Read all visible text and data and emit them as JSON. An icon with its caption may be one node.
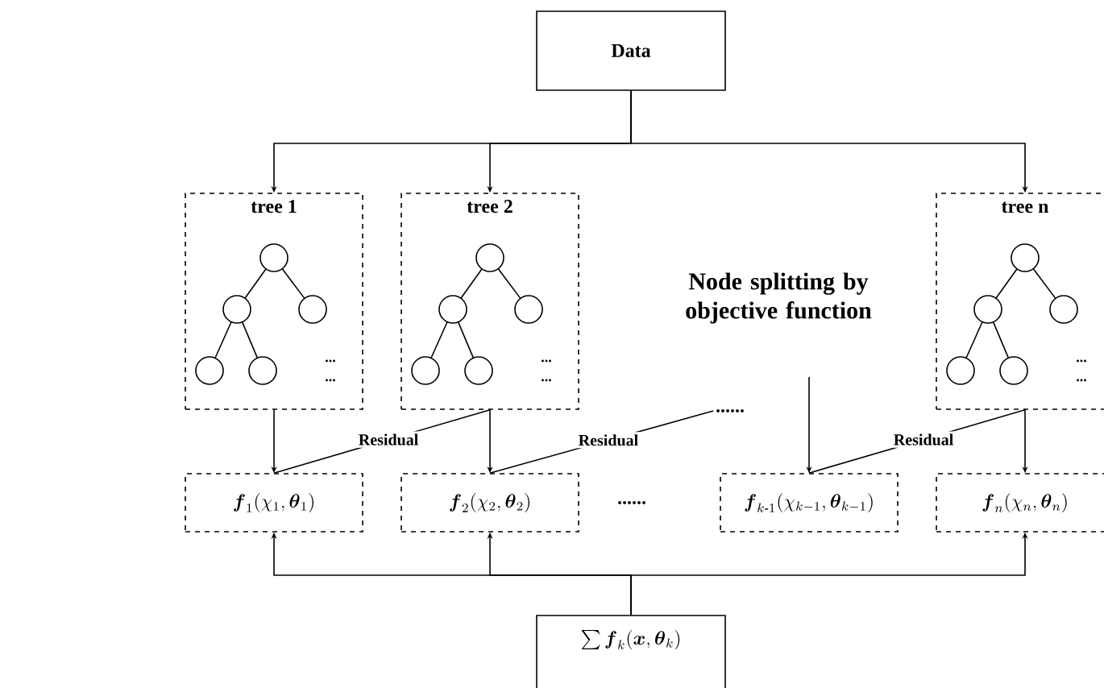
{
  "diagram": {
    "nodes": [
      {
        "text": [
          "Data"
        ]
      },
      {
        "text": [
          "tree 1"
        ]
      },
      {
        "text": [
          "tree 2"
        ]
      },
      {
        "text": [
          "tree n"
        ]
      },
      {
        "text": [
          "......"
        ]
      },
      {
        "text": [
          "\\boldsymbol{f}_1(\\chi_1, \\boldsymbol{\\theta}_1)"
        ]
      },
      {
        "text": [
          "\\boldsymbol{f}_2(\\chi_2, \\boldsymbol{\\theta}_2)"
        ]
      },
      {
        "text": [
          "\\boldsymbol{f}_{k\\textbf{-}1}(\\chi_{k-1}, \\boldsymbol{\\theta}_{k-1})"
        ]
      },
      {
        "text": [
          "\\boldsymbol{f}_n(\\chi_n, \\boldsymbol{\\theta}_n)"
        ]
      },
      {
        "text": [
          "\\sum \\boldsymbol{f}_k(\\boldsymbol{x}, \\boldsymbol{\\theta}_k)"
        ]
      }
    ],
    "edges": [
      {
        "from": 0,
        "to": 1,
        "arrow": "to"
      },
      {
        "from": 0,
        "to": 2,
        "arrow": "to"
      },
      {
        "from": 0,
        "to": 3,
        "arrow": "to"
      },
      {
        "from": 1,
        "to": 5,
        "arrow": "to"
      },
      {
        "from": 2,
        "to": 6,
        "arrow": "to"
      },
      {
        "from": null,
        "to": 7,
        "arrow": "to"
      },
      {
        "from": 3,
        "to": 8,
        "arrow": "to"
      },
      {
        "from": 5,
        "to": 2,
        "arrow": "none",
        "label": "Residual"
      },
      {
        "from": 6,
        "to": 4,
        "arrow": "none",
        "label": "Residual"
      },
      {
        "from": 7,
        "to": 3,
        "arrow": "none",
        "label": "Residual"
      },
      {
        "from": 9,
        "to": 5,
        "arrow": "to"
      },
      {
        "from": 9,
        "to": 6,
        "arrow": "to"
      },
      {
        "from": 9,
        "to": 8,
        "arrow": "to"
      }
    ],
    "labels": [
      "Node splitting by objective function",
      "...",
      "...",
      "...",
      "...",
      "...",
      "...",
      "......"
    ]
  }
}
